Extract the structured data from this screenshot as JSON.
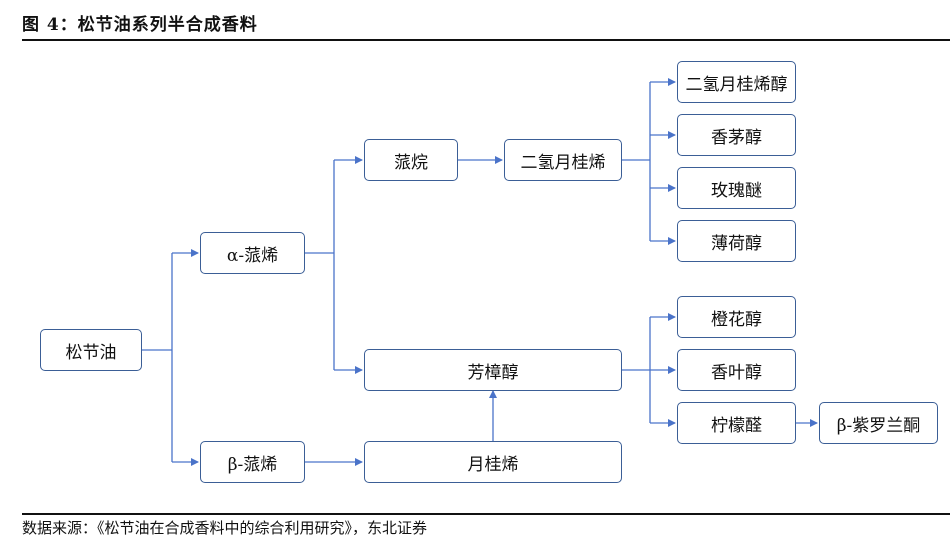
{
  "figure": {
    "title": "图 4：松节油系列半合成香料",
    "source": "数据来源：《松节油在合成香料中的综合利用研究》，东北证券"
  },
  "nodes": {
    "turpentine": "松节油",
    "alpha_pinene": "α-蒎烯",
    "beta_pinene": "β-蒎烯",
    "pinane": "蒎烷",
    "dihydromyrcene": "二氢月桂烯",
    "linalool": "芳樟醇",
    "myrcene": "月桂烯",
    "dihydromyrcenol": "二氢月桂烯醇",
    "citronellol": "香茅醇",
    "rose_oxide": "玫瑰醚",
    "menthol": "薄荷醇",
    "orange_blossom_alcohol": "橙花醇",
    "leaf_alcohol": "香叶醇",
    "citral": "柠檬醛",
    "beta_ionone": "β-紫罗兰酮"
  },
  "colors": {
    "connector": "#4a73c9",
    "node_border": "#3b5e96",
    "rule": "#111111"
  }
}
